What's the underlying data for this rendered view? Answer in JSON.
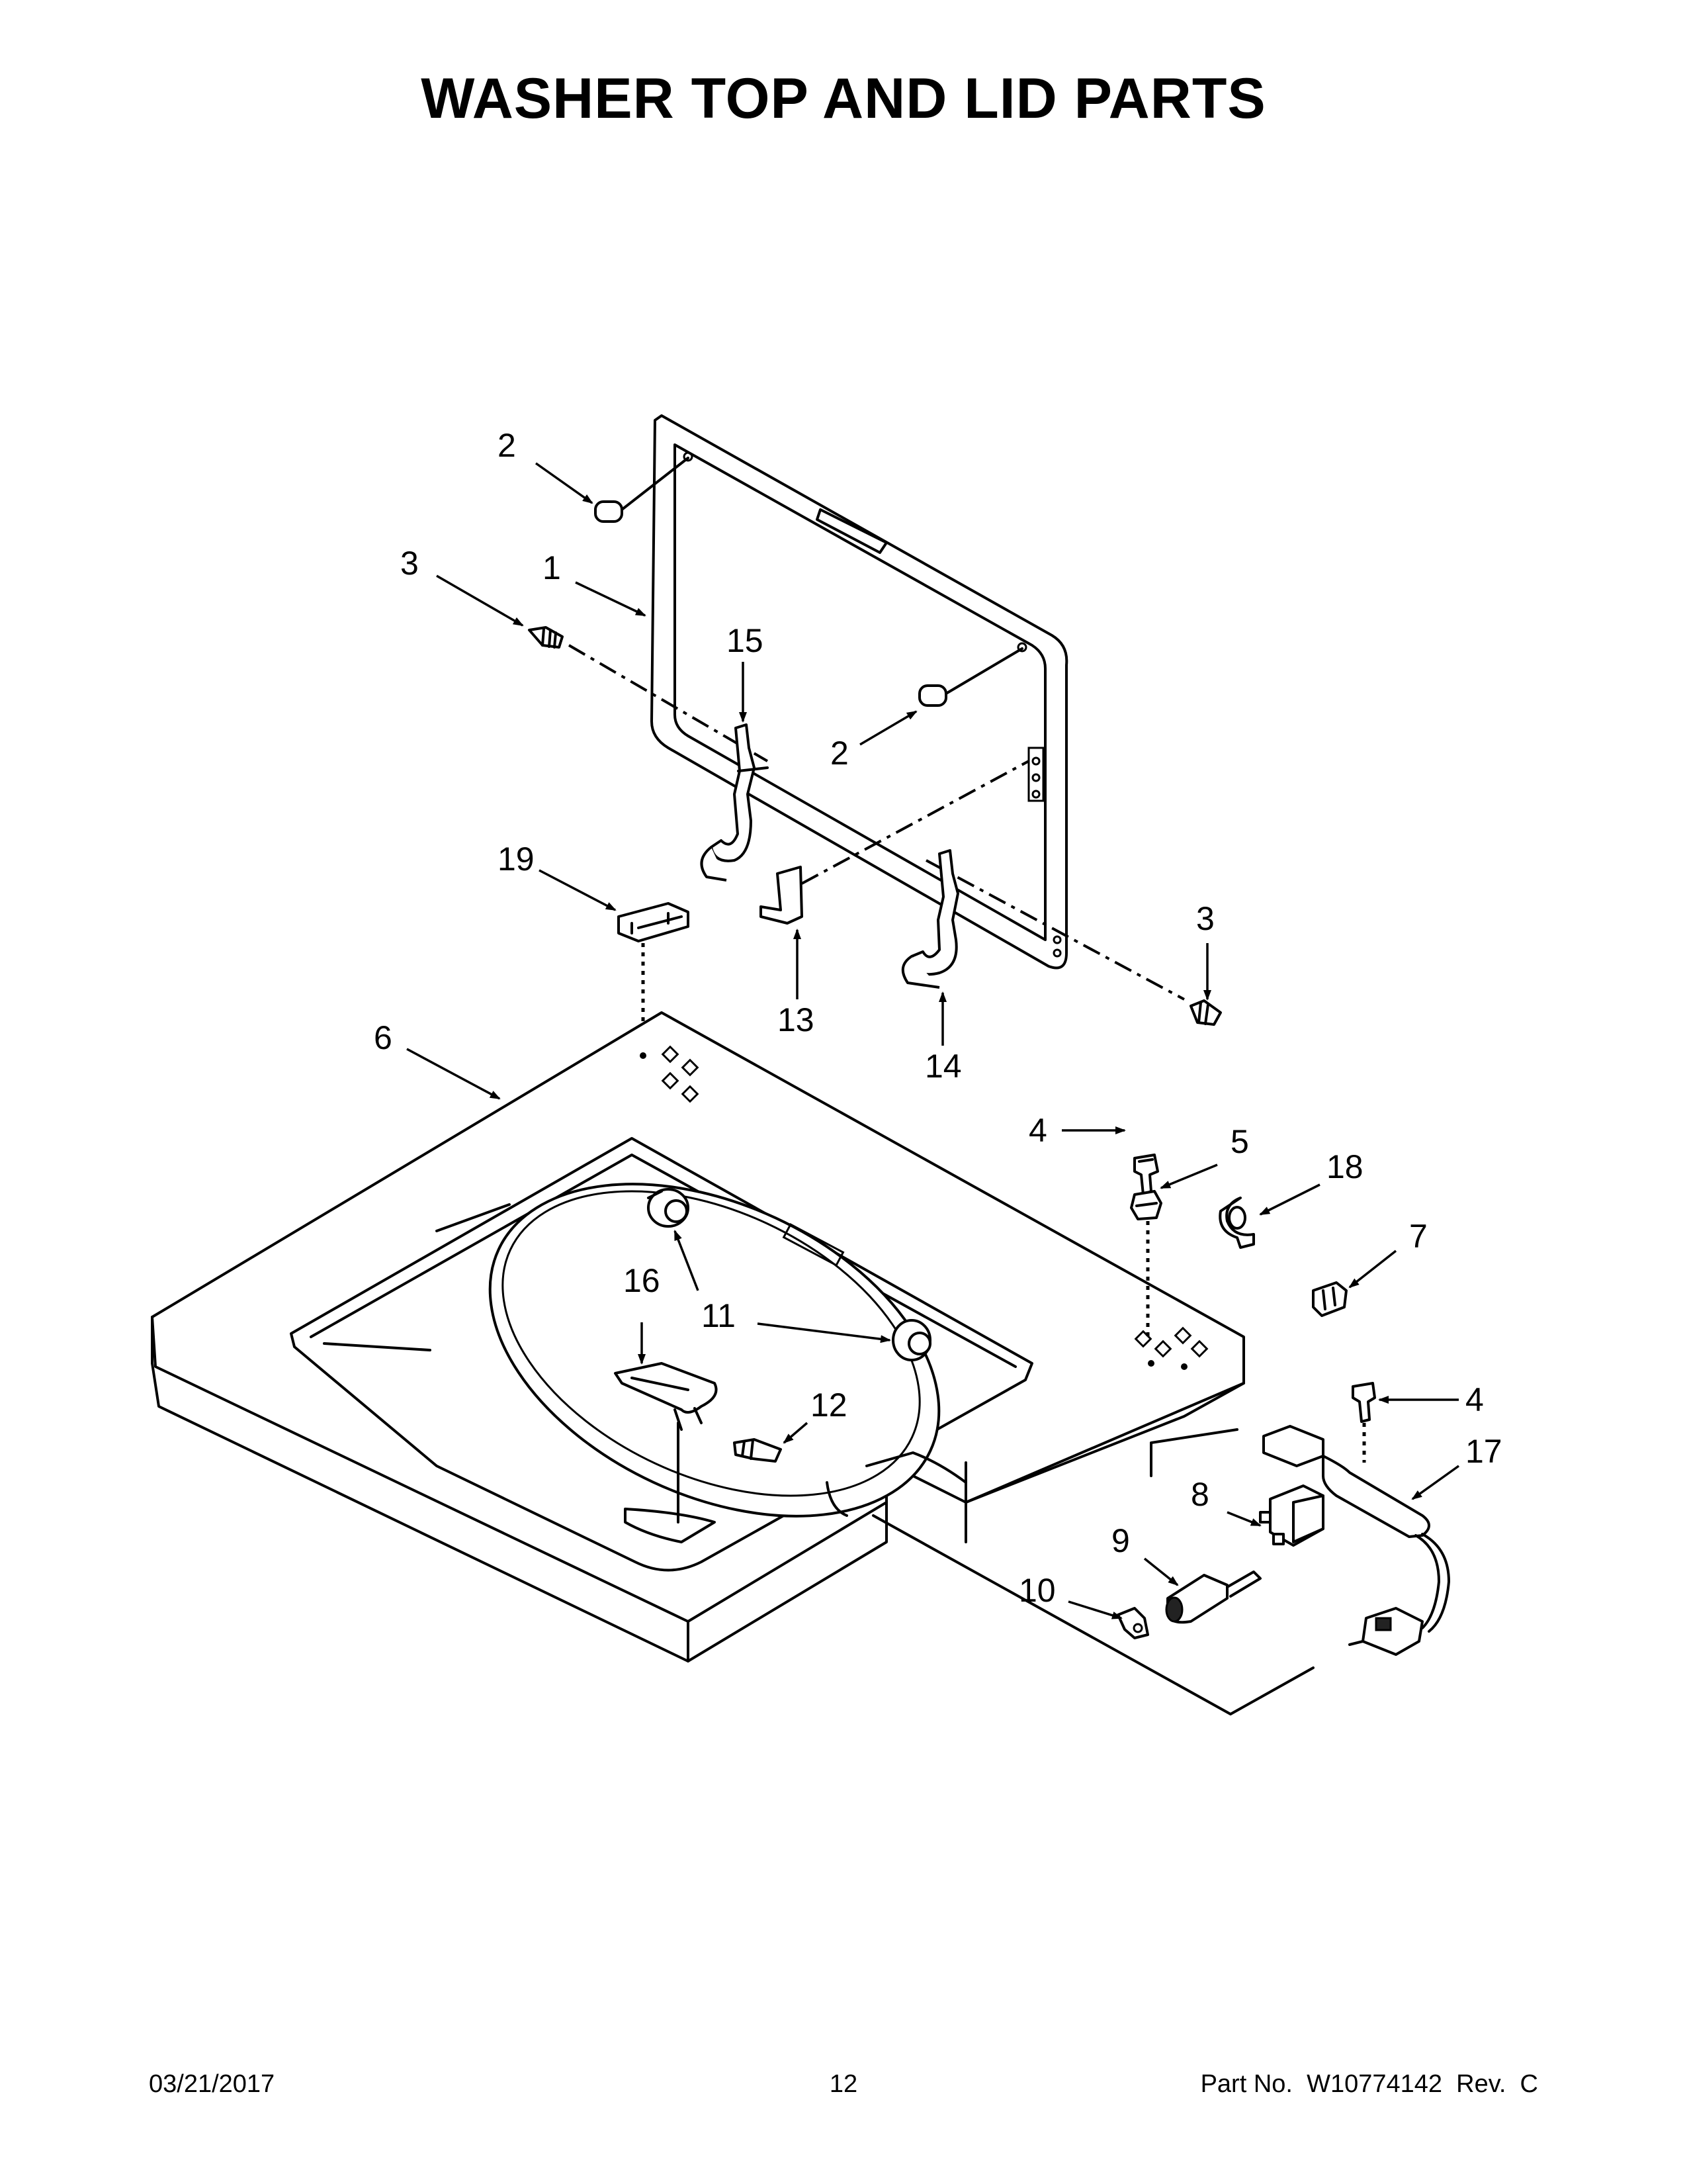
{
  "title": "WASHER TOP AND LID PARTS",
  "callouts": [
    {
      "id": "c-2a",
      "label": "2"
    },
    {
      "id": "c-3a",
      "label": "3"
    },
    {
      "id": "c-1",
      "label": "1"
    },
    {
      "id": "c-15",
      "label": "15"
    },
    {
      "id": "c-2b",
      "label": "2"
    },
    {
      "id": "c-19",
      "label": "19"
    },
    {
      "id": "c-13",
      "label": "13"
    },
    {
      "id": "c-14",
      "label": "14"
    },
    {
      "id": "c-3b",
      "label": "3"
    },
    {
      "id": "c-6",
      "label": "6"
    },
    {
      "id": "c-4a",
      "label": "4"
    },
    {
      "id": "c-5",
      "label": "5"
    },
    {
      "id": "c-18",
      "label": "18"
    },
    {
      "id": "c-7",
      "label": "7"
    },
    {
      "id": "c-16",
      "label": "16"
    },
    {
      "id": "c-11",
      "label": "11"
    },
    {
      "id": "c-12",
      "label": "12"
    },
    {
      "id": "c-4b",
      "label": "4"
    },
    {
      "id": "c-17",
      "label": "17"
    },
    {
      "id": "c-8",
      "label": "8"
    },
    {
      "id": "c-9",
      "label": "9"
    },
    {
      "id": "c-10",
      "label": "10"
    }
  ],
  "footer": {
    "date": "03/21/2017",
    "page": "12",
    "part": "Part No.  W10774142  Rev.  C"
  }
}
